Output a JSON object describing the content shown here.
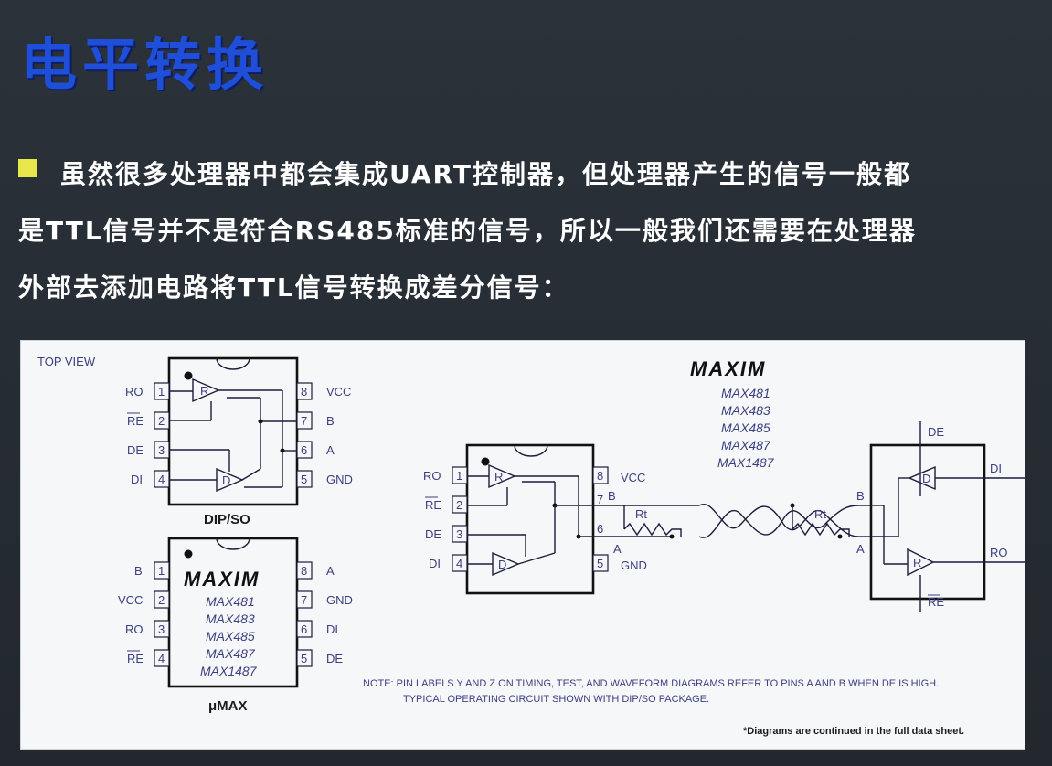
{
  "slide": {
    "title": "电平转换",
    "bullet_line1": "虽然很多处理器中都会集成UART控制器，但处理器产生的信号一般都",
    "bullet_line2": "是TTL信号并不是符合RS485标准的信号，所以一般我们还需要在处理器",
    "bullet_line3": "外部去添加电路将TTL信号转换成差分信号：",
    "bullet_color": "#e8e64a",
    "title_color": "#1f4fd8"
  },
  "figure": {
    "top_view": "TOP VIEW",
    "logo": "MAXIM",
    "dip_caption": "DIP/SO",
    "umax_caption": "μMAX",
    "part_numbers": [
      "MAX481",
      "MAX483",
      "MAX485",
      "MAX487",
      "MAX1487"
    ],
    "dip_pins": {
      "left": [
        {
          "num": "1",
          "name": "RO"
        },
        {
          "num": "2",
          "name": "RE"
        },
        {
          "num": "3",
          "name": "DE"
        },
        {
          "num": "4",
          "name": "DI"
        }
      ],
      "right": [
        {
          "num": "8",
          "name": "VCC"
        },
        {
          "num": "7",
          "name": "B"
        },
        {
          "num": "6",
          "name": "A"
        },
        {
          "num": "5",
          "name": "GND"
        }
      ]
    },
    "umax_pins": {
      "left": [
        {
          "num": "1",
          "name": "B"
        },
        {
          "num": "2",
          "name": "VCC"
        },
        {
          "num": "3",
          "name": "RO"
        },
        {
          "num": "4",
          "name": "RE"
        }
      ],
      "right": [
        {
          "num": "8",
          "name": "A"
        },
        {
          "num": "7",
          "name": "GND"
        },
        {
          "num": "6",
          "name": "DI"
        },
        {
          "num": "5",
          "name": "DE"
        }
      ]
    },
    "circuit_pins": {
      "left": [
        {
          "num": "1",
          "name": "RO"
        },
        {
          "num": "2",
          "name": "RE"
        },
        {
          "num": "3",
          "name": "DE"
        },
        {
          "num": "4",
          "name": "DI"
        }
      ],
      "right": [
        {
          "num": "8",
          "name": "VCC"
        },
        {
          "num": "7",
          "name": "B"
        },
        {
          "num": "6",
          "name": ""
        },
        {
          "num": "5",
          "name": "GND"
        }
      ]
    },
    "circuit_labels": {
      "rt": "Rt",
      "a": "A",
      "b": "B",
      "de": "DE",
      "di": "DI",
      "ro": "RO",
      "re": "RE",
      "r": "R",
      "d": "D"
    },
    "note_line1": "NOTE: PIN LABELS Y AND Z ON TIMING, TEST, AND WAVEFORM DIAGRAMS REFER TO PINS A AND B WHEN DE IS HIGH.",
    "note_line2": "TYPICAL OPERATING CIRCUIT SHOWN WITH DIP/SO PACKAGE.",
    "continued": "*Diagrams are continued in the full data sheet."
  }
}
